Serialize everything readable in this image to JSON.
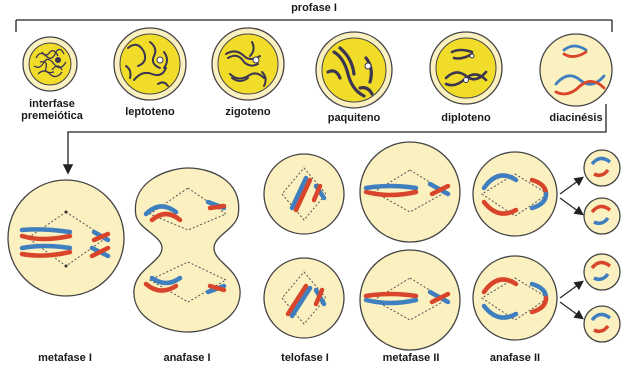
{
  "title": "profase I",
  "prophase_stages": [
    {
      "label": "interfase\npremeiótica"
    },
    {
      "label": "leptoteno"
    },
    {
      "label": "zigoteno"
    },
    {
      "label": "paquiteno"
    },
    {
      "label": "diploteno"
    },
    {
      "label": "diacinésis"
    }
  ],
  "division_stages": [
    {
      "label": "metafase I"
    },
    {
      "label": "anafase I"
    },
    {
      "label": "telofase I"
    },
    {
      "label": "metafase II"
    },
    {
      "label": "anafase II"
    }
  ],
  "colors": {
    "cell_fill": "#fbf0c0",
    "nucleus_fill": "#f2dc2a",
    "chromatid_red": "#d9452b",
    "chromatid_blue": "#3f7fbf",
    "chromatid_dark": "#3a3550",
    "outline": "#444444"
  }
}
